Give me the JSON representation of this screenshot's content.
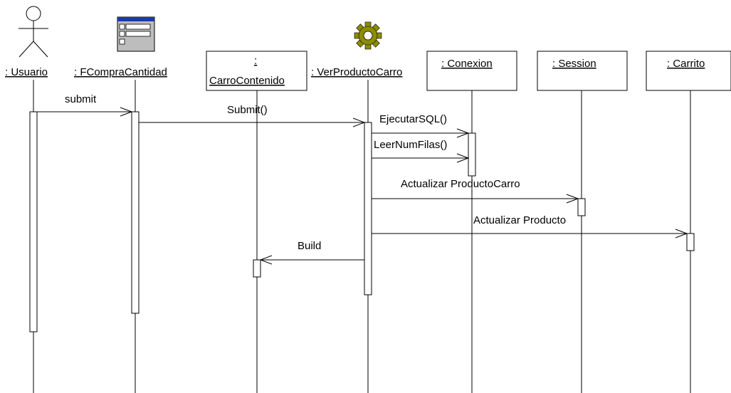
{
  "lifelines": {
    "usuario": ": Usuario",
    "fcompra": ": FCompraCantidad",
    "carro_colon": ":",
    "carro_name": "CarroContenido",
    "verproducto": ": VerProductoCarro",
    "conexion": ": Conexion",
    "session": ": Session",
    "carrito": ": Carrito"
  },
  "messages": {
    "m1": "submit",
    "m2": "Submit()",
    "m3": "EjecutarSQL()",
    "m4": "LeerNumFilas()",
    "m5": "Actualizar ProductoCarro",
    "m6": "Actualizar Producto",
    "m7": "Build"
  },
  "icons": {
    "actor": "actor-icon",
    "form": "form-boundary-icon",
    "control": "gear-control-icon"
  },
  "colors": {
    "gear": "#8c8c00",
    "form_titlebar": "#1c3aa8",
    "form_body": "#bdbdbd"
  }
}
